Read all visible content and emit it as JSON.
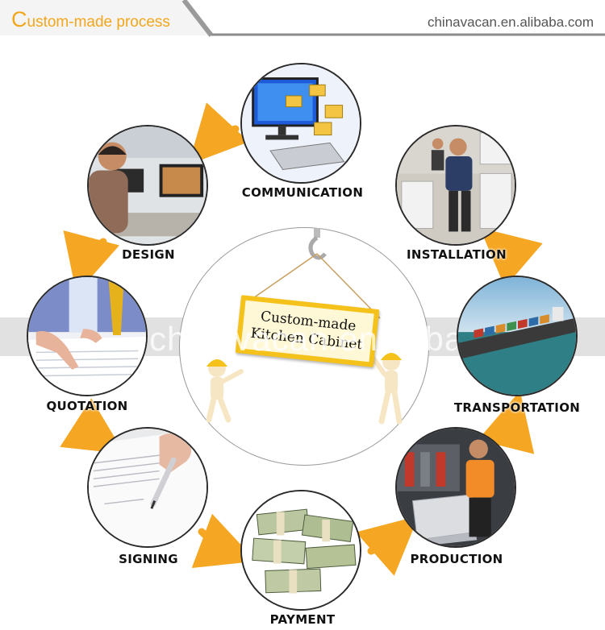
{
  "header": {
    "title_initial": "C",
    "title_rest": "ustom-made process",
    "site": "chinavacan.en.alibaba.com"
  },
  "colors": {
    "accent": "#f2a61c",
    "arrow": "#f5a623",
    "sign_border": "#f5c21b"
  },
  "center": {
    "sign_line1": "Custom-made",
    "sign_line2": "Kitchen Cabinet"
  },
  "watermark": "chinavacan.en.alibaba",
  "steps": [
    {
      "label": "COMMUNICATION"
    },
    {
      "label": "DESIGN"
    },
    {
      "label": "QUOTATION"
    },
    {
      "label": "SIGNING"
    },
    {
      "label": "PAYMENT"
    },
    {
      "label": "PRODUCTION"
    },
    {
      "label": "TRANSPORTATION"
    },
    {
      "label": "INSTALLATION"
    }
  ]
}
